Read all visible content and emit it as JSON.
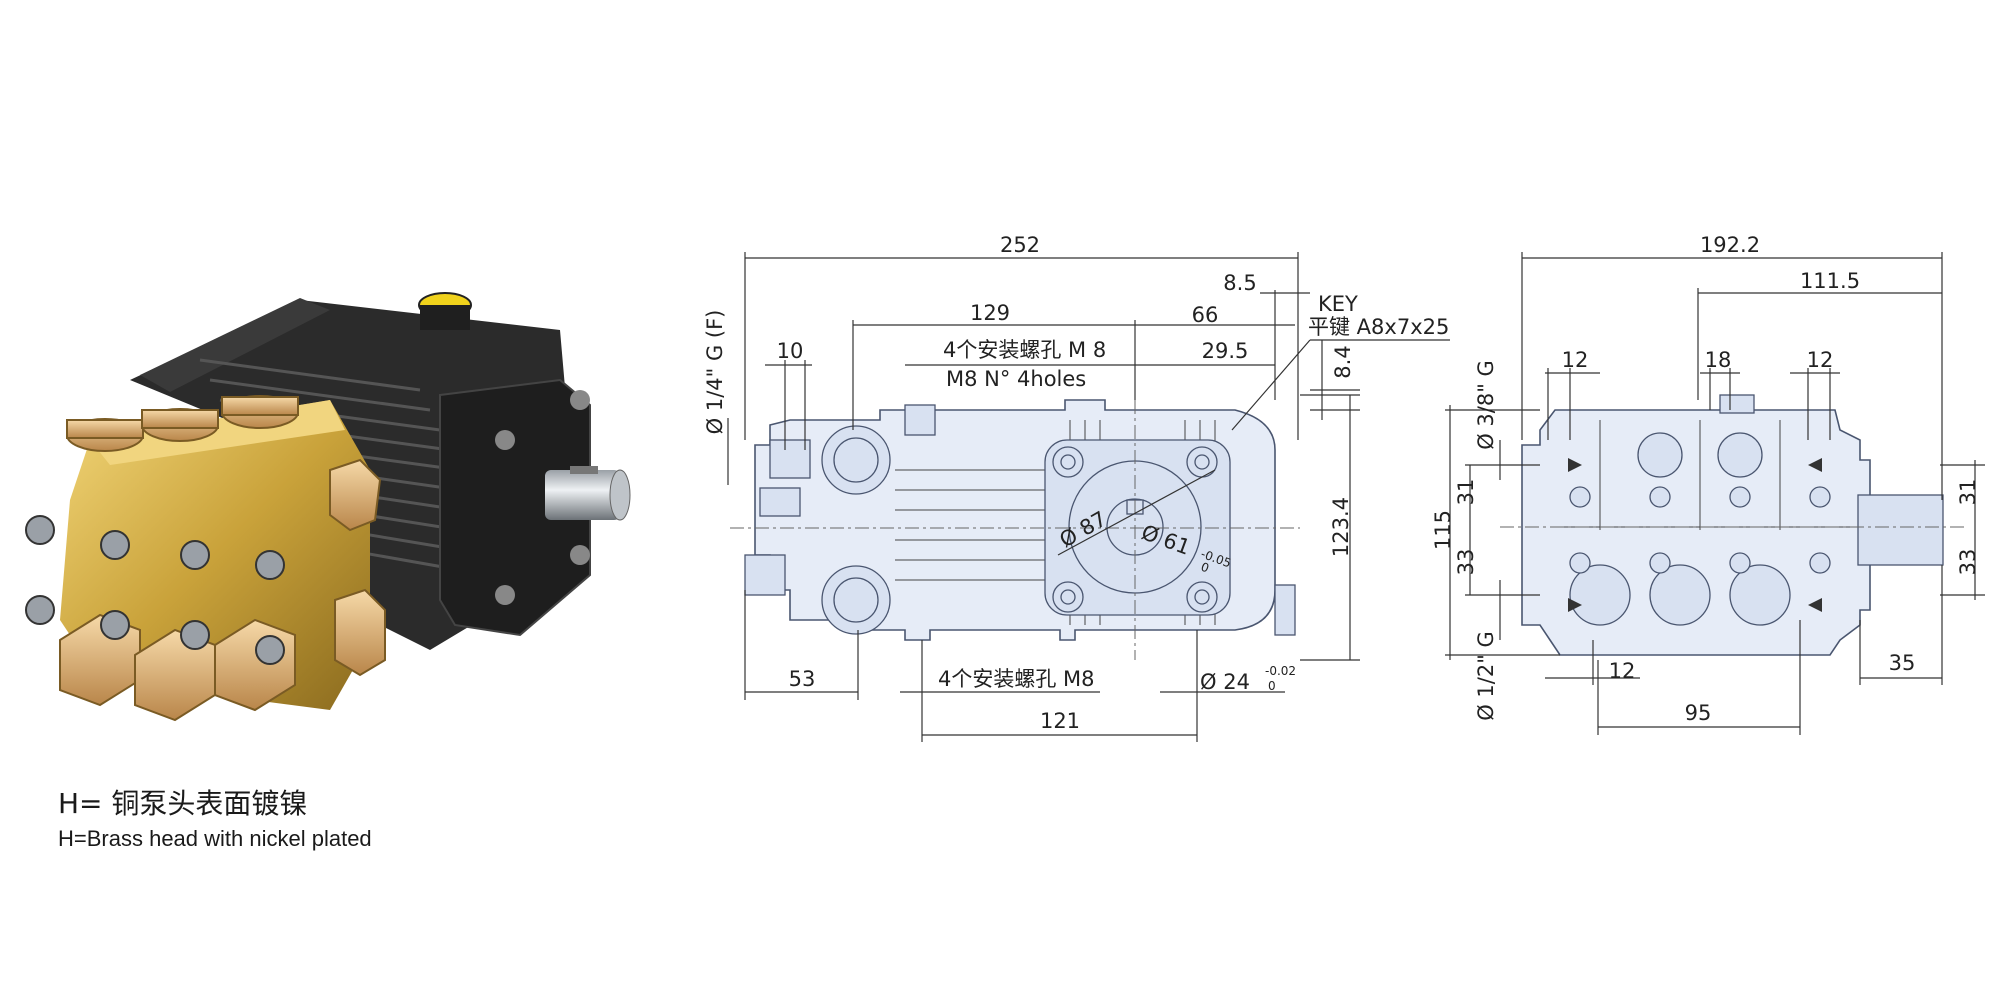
{
  "captions": {
    "cn": "H= 铜泵头表面镀镍",
    "en": "H=Brass head with nickel plated"
  },
  "front_view": {
    "dim_overall_length": "252",
    "dim_inlet": "Ø 1/4\" G (F)",
    "dim_10": "10",
    "dim_129": "129",
    "dim_66": "66",
    "dim_8_5": "8.5",
    "dim_29_5": "29.5",
    "dim_8_4": "8.4",
    "key_label": "KEY",
    "key_spec": "平键 A8x7x25",
    "holes_cn": "4个安装螺孔 M 8",
    "holes_en": "M8 N° 4holes",
    "dim_d87": "Ø 87",
    "dim_d61": "Ø 61",
    "tol_61_upper": "-0.05",
    "tol_61_lower": "0",
    "dim_123_4": "123.4",
    "dim_53": "53",
    "holes_cn_bottom": "4个安装螺孔 M8",
    "dim_d24": "Ø 24",
    "tol_24_upper": "-0.02",
    "tol_24_lower": "0",
    "dim_121": "121"
  },
  "side_view": {
    "dim_192_2": "192.2",
    "dim_111_5": "111.5",
    "dim_12_left": "12",
    "dim_18": "18",
    "dim_12_right": "12",
    "dim_outlet": "Ø 3/8\" G",
    "dim_31_left": "31",
    "dim_115": "115",
    "dim_33_left": "33",
    "dim_inlet": "Ø 1/2\" G",
    "dim_12_bottom": "12",
    "dim_95": "95",
    "dim_35": "35",
    "dim_31_right": "31",
    "dim_33_right": "33"
  },
  "colors": {
    "brass": "#c9a23a",
    "body_black": "#262626",
    "drawing_fill": "#e6ecf7",
    "drawing_stroke": "#4a5670"
  }
}
